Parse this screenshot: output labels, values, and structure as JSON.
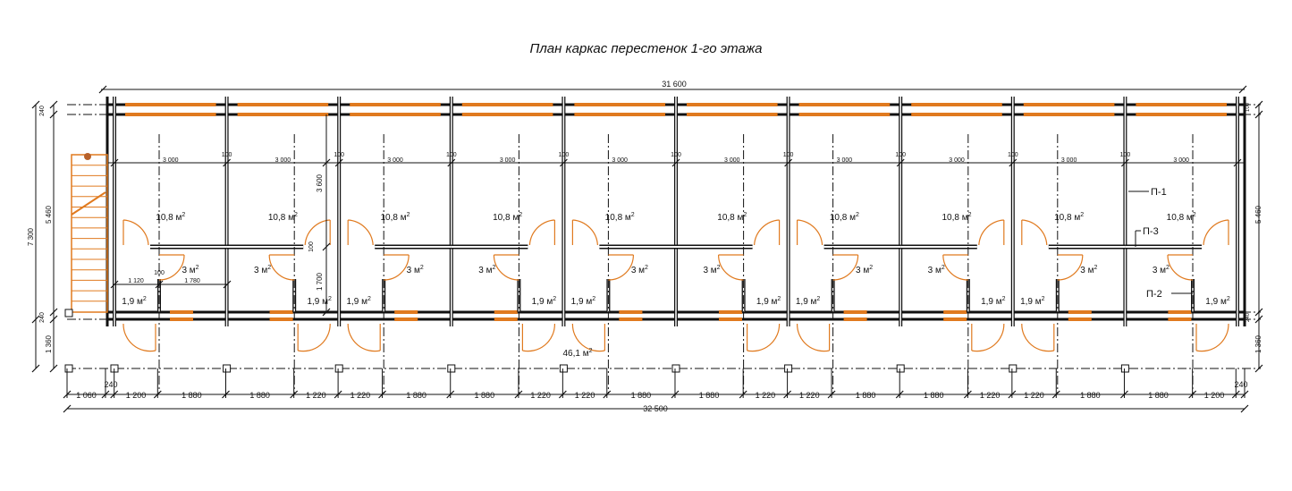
{
  "title": "План каркас перестенок 1-го этажа",
  "colors": {
    "line": "#111111",
    "accent": "#e07a1f"
  },
  "overall_width": "31 600",
  "overall_length": "32 500",
  "left_dims": {
    "total": "7 300",
    "inner": "5 460",
    "wall_top": "240",
    "wall_bottom": "240",
    "porch": "1 360"
  },
  "right_dims": {
    "inner": "5 460",
    "porch": "1 360",
    "wall_top": "100",
    "wall_bottom": "240"
  },
  "bay_width": "3 000",
  "post_width": "100",
  "inner_dims": {
    "room_depth": "3 600",
    "corridor_depth": "1 700",
    "d1": "1 120",
    "d2": "1 780",
    "d3": "100",
    "d4": "100"
  },
  "room_area_large": "10,8 м²",
  "room_area_bath": "3 м²",
  "room_area_hall": "1,9 м²",
  "porch_area": "46,1 м²",
  "labels": {
    "p1": "П-1",
    "p2": "П-2",
    "p3": "П-3"
  },
  "bottom_dims": [
    "1 060",
    "240",
    "1 200",
    "1 880",
    "1 880",
    "1 220",
    "1 220",
    "1 880",
    "1 880",
    "1 220",
    "1 220",
    "1 880",
    "1 880",
    "1 220",
    "1 220",
    "1 880",
    "1 880",
    "1 220",
    "1 220",
    "1 880",
    "1 880",
    "1 200",
    "240"
  ]
}
